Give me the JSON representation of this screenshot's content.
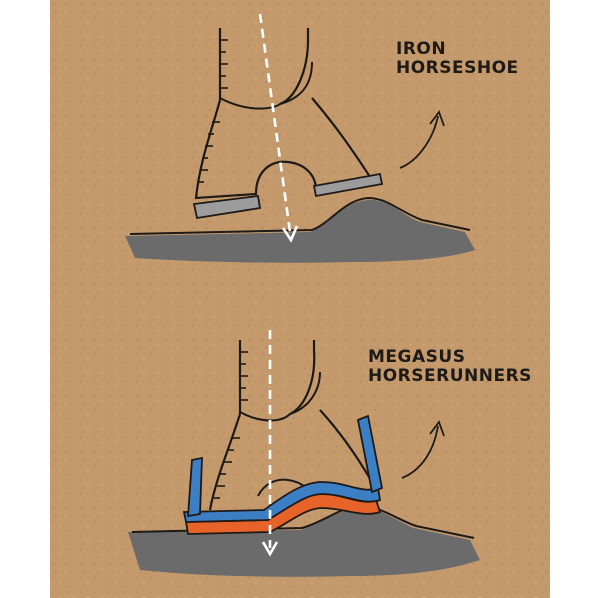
{
  "labels": {
    "top": [
      "IRON",
      "HORSESHOE"
    ],
    "bottom": [
      "MEGASUS",
      "HORSERUNNERS"
    ]
  },
  "colors": {
    "background": "#c49a6c",
    "ink": "#1d1a17",
    "ground": "#6b6b6b",
    "iron_shoe": "#9c9c9c",
    "runner_blue": "#3d7fc4",
    "runner_orange": "#e8632a",
    "arrow": "#ffffff"
  }
}
